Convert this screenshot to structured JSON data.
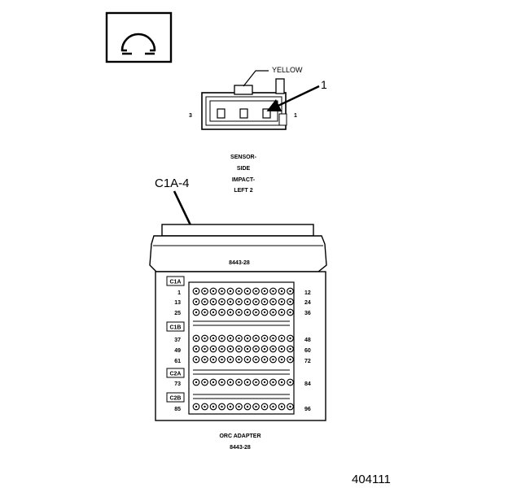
{
  "symbol": {
    "icon": "ohm-icon",
    "glyph": "Ω"
  },
  "sensor_connector": {
    "wire_color": "YELLOW",
    "callout": "1",
    "pin_left": "3",
    "pin_right": "1",
    "caption_lines": [
      "SENSOR-",
      "SIDE",
      "IMPACT-",
      "LEFT 2"
    ]
  },
  "callout_c1a": "C1A-4",
  "adapter": {
    "part_number": "8443-28",
    "groups": [
      {
        "label": "C1A",
        "rows": [
          {
            "left": "1",
            "right": "12"
          },
          {
            "left": "13",
            "right": "24"
          },
          {
            "left": "25",
            "right": "36"
          }
        ]
      },
      {
        "label": "C1B",
        "rows": [
          {
            "left": "37",
            "right": "48"
          },
          {
            "left": "49",
            "right": "60"
          },
          {
            "left": "61",
            "right": "72"
          }
        ]
      },
      {
        "label": "C2A",
        "rows": [
          {
            "left": "73",
            "right": "84"
          }
        ]
      },
      {
        "label": "C2B",
        "rows": [
          {
            "left": "85",
            "right": "96"
          }
        ]
      }
    ],
    "name": "ORC ADAPTER",
    "name_part": "8443-28"
  },
  "figure_number": "404111"
}
